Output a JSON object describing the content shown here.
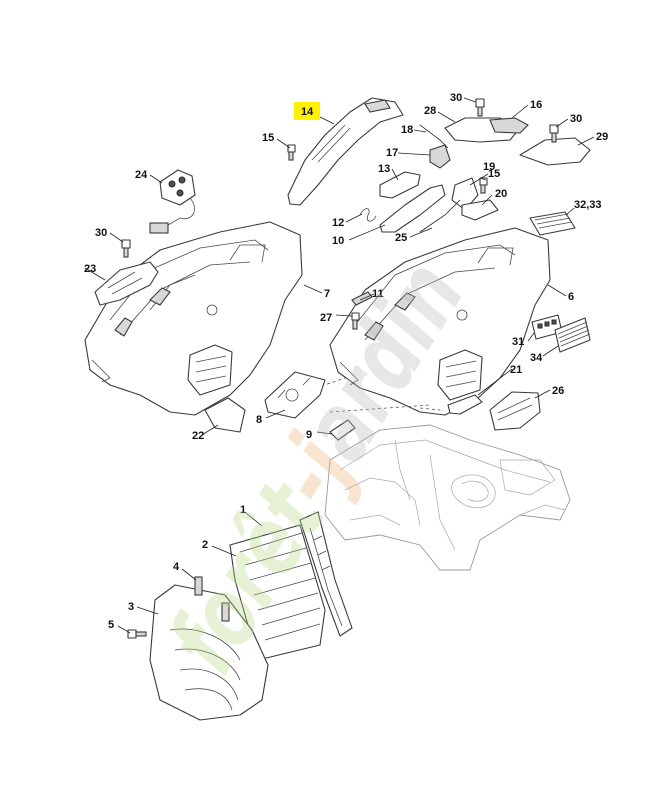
{
  "watermark": {
    "part1": "f",
    "part2": "orêt",
    "part3": "-j",
    "part4": "ardin"
  },
  "highlighted_callout": "14",
  "colors": {
    "highlight": "#fff200",
    "line": "#3a3a3a",
    "watermark_green": "#b8d98a",
    "watermark_orange": "#e9b67a"
  },
  "callouts": {
    "c1": "1",
    "c2": "2",
    "c3": "3",
    "c4": "4",
    "c5": "5",
    "c6": "6",
    "c7": "7",
    "c8": "8",
    "c9": "9",
    "c10": "10",
    "c11": "11",
    "c12": "12",
    "c13": "13",
    "c14": "14",
    "c15a": "15",
    "c15b": "15",
    "c16": "16",
    "c17": "17",
    "c18": "18",
    "c19": "19",
    "c20": "20",
    "c21": "21",
    "c22": "22",
    "c23": "23",
    "c24": "24",
    "c25": "25",
    "c26": "26",
    "c27": "27",
    "c28": "28",
    "c29": "29",
    "c30a": "30",
    "c30b": "30",
    "c30c": "30",
    "c31": "31",
    "c32_33": "32,33",
    "c34": "34"
  }
}
